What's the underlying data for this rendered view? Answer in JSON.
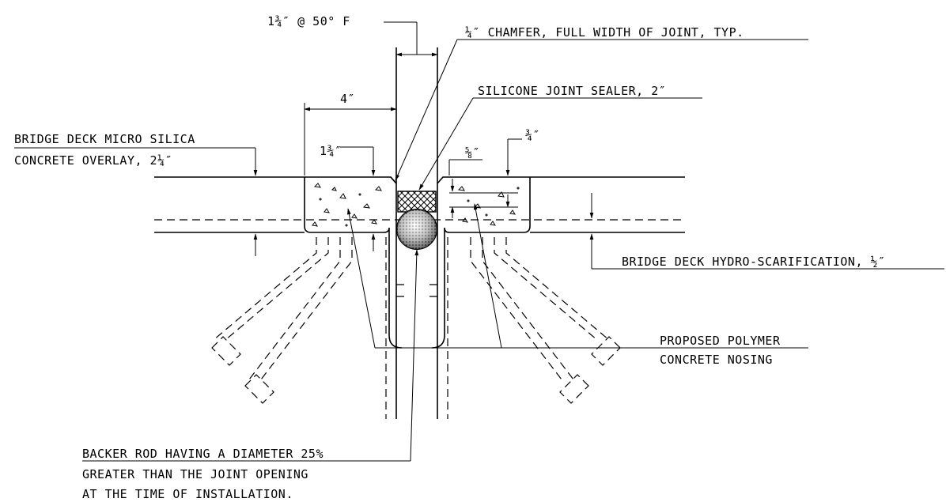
{
  "labels": {
    "gap_dim": "1¾″ @ 50° F",
    "chamfer": "¼″ CHAMFER, FULL WIDTH OF JOINT, TYP.",
    "sealer": "SILICONE JOINT SEALER, 2″",
    "width_4": "4″",
    "overlay_line1": "BRIDGE DECK MICRO SILICA",
    "overlay_line2": "CONCRETE OVERLAY, 2¼″",
    "nosing_depth": "1¾″",
    "dim_5_8": "⅝″",
    "dim_3_4": "¾″",
    "hydro": "BRIDGE DECK HYDRO-SCARIFICATION, ½″",
    "nosing_line1": "PROPOSED POLYMER",
    "nosing_line2": "CONCRETE NOSING",
    "backer_line1": "BACKER ROD HAVING A DIAMETER 25%",
    "backer_line2": "GREATER THAN THE JOINT OPENING",
    "backer_line3": "AT THE TIME OF INSTALLATION."
  }
}
